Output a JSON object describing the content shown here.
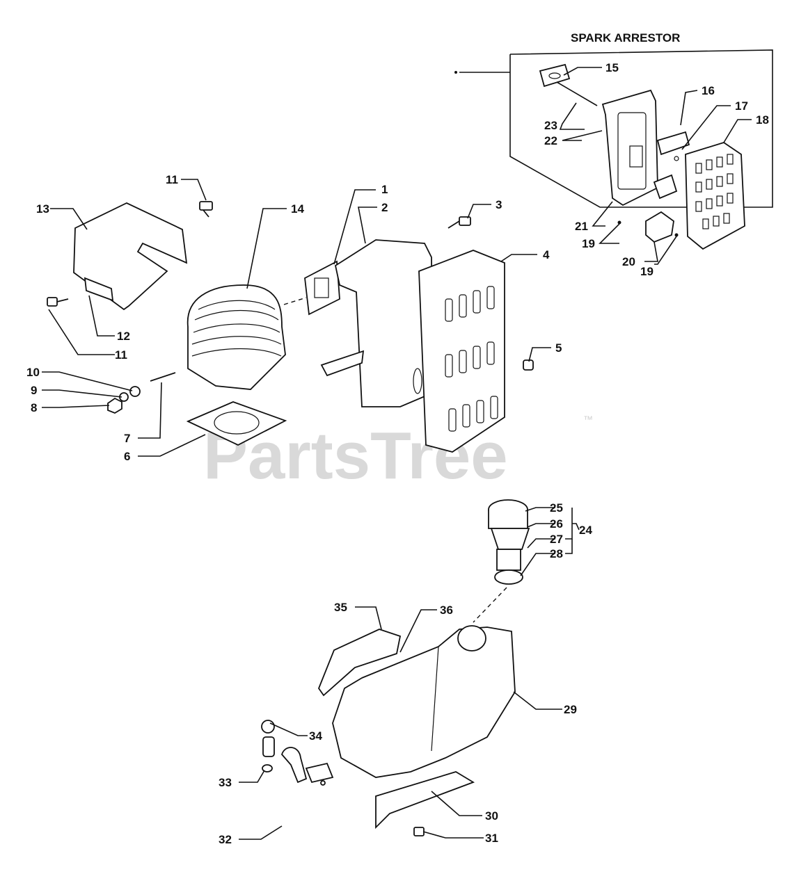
{
  "title": "SPARK ARRESTOR",
  "watermark": "PartsTree",
  "trademark": "™",
  "callouts": [
    "1",
    "2",
    "3",
    "4",
    "5",
    "6",
    "7",
    "8",
    "9",
    "10",
    "11",
    "11",
    "12",
    "13",
    "14",
    "15",
    "16",
    "17",
    "18",
    "19",
    "19",
    "20",
    "21",
    "22",
    "23",
    "24",
    "25",
    "26",
    "27",
    "28",
    "29",
    "30",
    "31",
    "32",
    "33",
    "34",
    "35",
    "36"
  ],
  "colors": {
    "ink": "#111111",
    "watermark": "#d9d9d9",
    "background": "#ffffff"
  }
}
